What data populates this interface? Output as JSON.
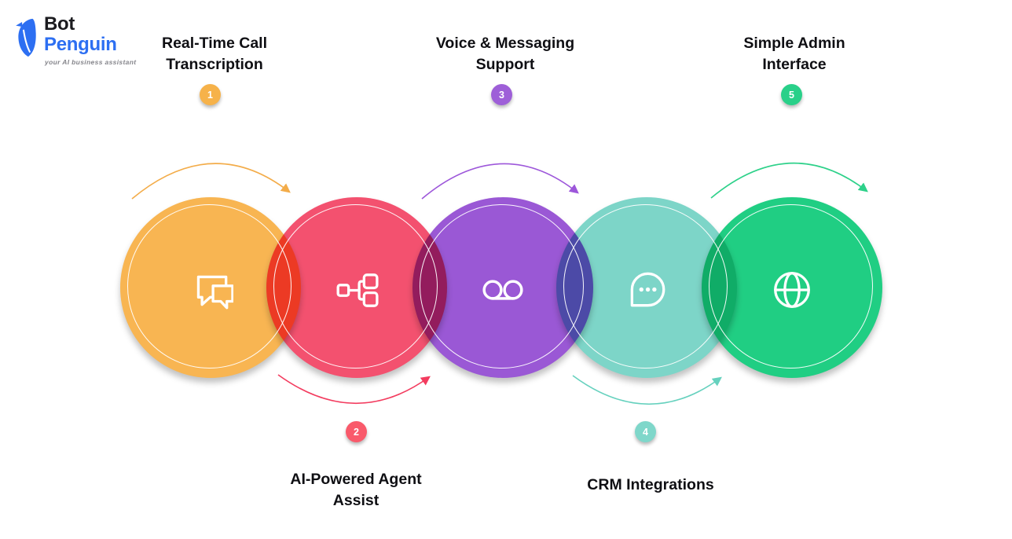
{
  "brand": {
    "name_line1": "Bot",
    "name_line2": "Penguin",
    "tagline": "your AI business assistant",
    "name_color_primary": "#1B1B1F",
    "name_color_secondary": "#2D6FF2",
    "logo_icon": "penguin-icon"
  },
  "steps": [
    {
      "number": "1",
      "label_line1": "Real-Time Call",
      "label_line2": "Transcription",
      "position": "top",
      "circle_color": "#F8B552",
      "badge_color": "#F6B24A",
      "icon": "chat-bubbles-icon"
    },
    {
      "number": "2",
      "label_line1": "AI-Powered Agent",
      "label_line2": "Assist",
      "position": "bottom",
      "circle_color": "#F3516F",
      "badge_color": "#F95A6B",
      "icon": "workflow-branch-icon"
    },
    {
      "number": "3",
      "label_line1": "Voice & Messaging",
      "label_line2": "Support",
      "position": "top",
      "circle_color": "#9A58D5",
      "badge_color": "#9E5FD8",
      "icon": "voicemail-icon"
    },
    {
      "number": "4",
      "label_line1": "CRM Integrations",
      "label_line2": "",
      "position": "bottom",
      "circle_color": "#7DD5C8",
      "badge_color": "#7FD7CA",
      "icon": "chat-dots-icon"
    },
    {
      "number": "5",
      "label_line1": "Simple Admin",
      "label_line2": "Interface",
      "position": "top",
      "circle_color": "#20CE83",
      "badge_color": "#29D089",
      "icon": "globe-icon"
    }
  ],
  "arrows": [
    {
      "name": "step-1-to-2",
      "color": "#F3AC49"
    },
    {
      "name": "step-2-to-3",
      "color": "#F33C5F"
    },
    {
      "name": "step-3-to-4",
      "color": "#9D57DA"
    },
    {
      "name": "step-4-to-5",
      "color": "#66D1BE"
    },
    {
      "name": "step-5-onward",
      "color": "#2ED18A"
    }
  ]
}
